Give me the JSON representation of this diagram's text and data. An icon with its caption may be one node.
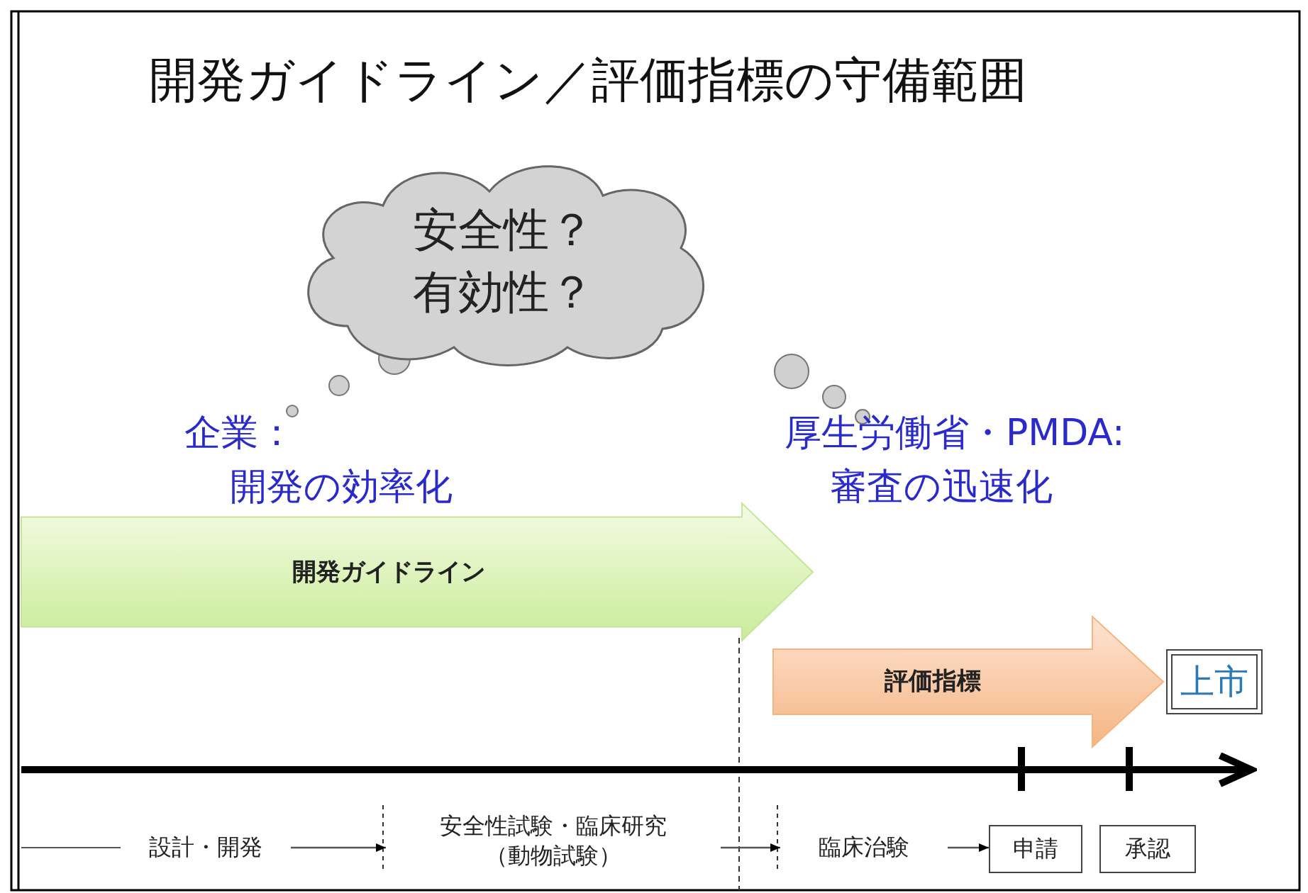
{
  "diagram": {
    "title": "開発ガイドライン／評価指標の守備範囲",
    "nodes": [
      {
        "text": [
          "安全性？有効性？"
        ]
      },
      {
        "text": [
          "開発ガイドライン"
        ]
      },
      {
        "text": [
          "上市"
        ]
      },
      {
        "text": [
          "設計・開発"
        ]
      },
      {
        "text": [
          "安全性試験・臨床研究（動物試験）"
        ]
      },
      {
        "text": [
          "臨床治験"
        ]
      },
      {
        "text": [
          "申請"
        ]
      },
      {
        "text": [
          "承認"
        ]
      }
    ],
    "edges": [
      {
        "from": null,
        "to": 2,
        "arrow": "to",
        "label": "評価指標",
        "style": "thick",
        "color": "#f5b583"
      },
      {
        "from": 3,
        "to": 4,
        "arrow": "to"
      },
      {
        "from": 4,
        "to": 5,
        "arrow": "to"
      },
      {
        "from": 5,
        "to": 6,
        "arrow": "to"
      }
    ],
    "labels": [
      "企業：",
      "開発の効率化",
      "厚生労働省・PMDA:",
      "審査の迅速化"
    ]
  }
}
